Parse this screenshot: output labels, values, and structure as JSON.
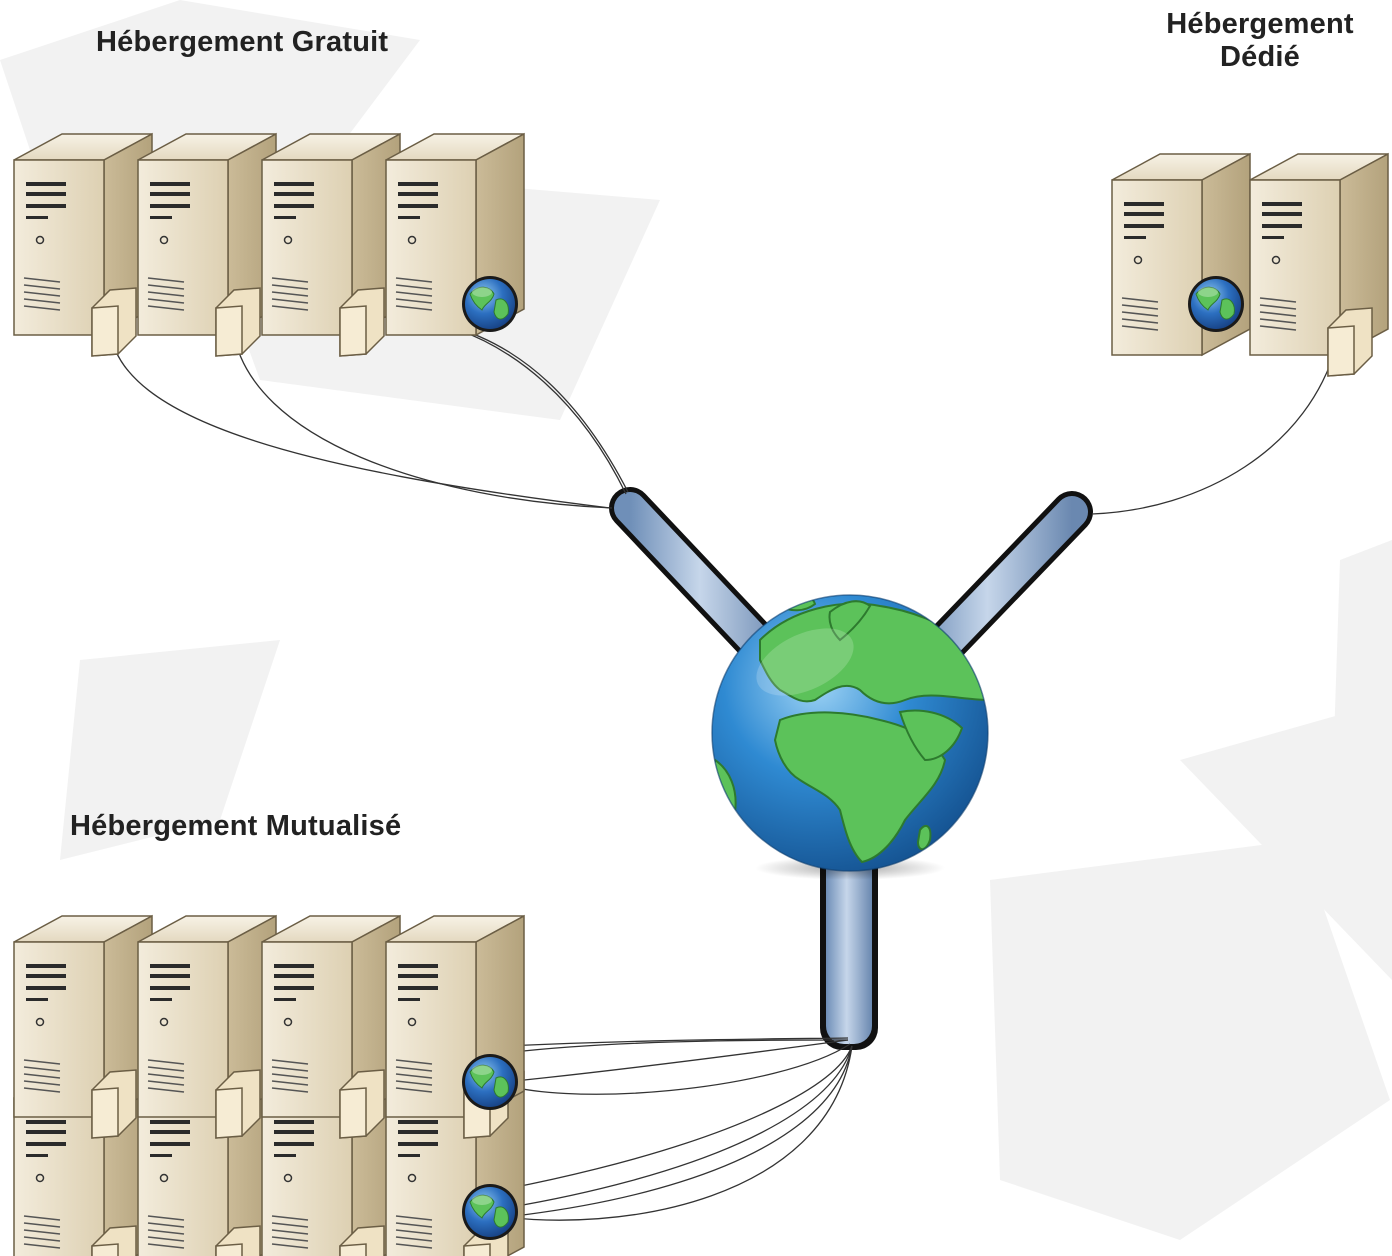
{
  "labels": {
    "free_hosting": "Hébergement Gratuit",
    "shared_hosting": "Hébergement Mutualisé",
    "dedicated_hosting_line1": "Hébergement",
    "dedicated_hosting_line2": "Dédié"
  },
  "groups": {
    "free": {
      "servers": 4,
      "sites": 1
    },
    "shared": {
      "servers": 8,
      "sites": 2
    },
    "dedicated": {
      "servers": 2,
      "sites": 1
    }
  },
  "icons": {
    "server": "server-tower-icon",
    "folder": "folder-icon",
    "site": "globe-icon",
    "internet": "internet-globe-icon",
    "connector": "pipe-connector-icon"
  },
  "colors": {
    "server_body": "#e9dfc8",
    "server_side": "#c9b995",
    "pipe": "#9db6d6",
    "ocean": "#2f7fc8",
    "land": "#5cc25a",
    "wire": "#333333"
  }
}
